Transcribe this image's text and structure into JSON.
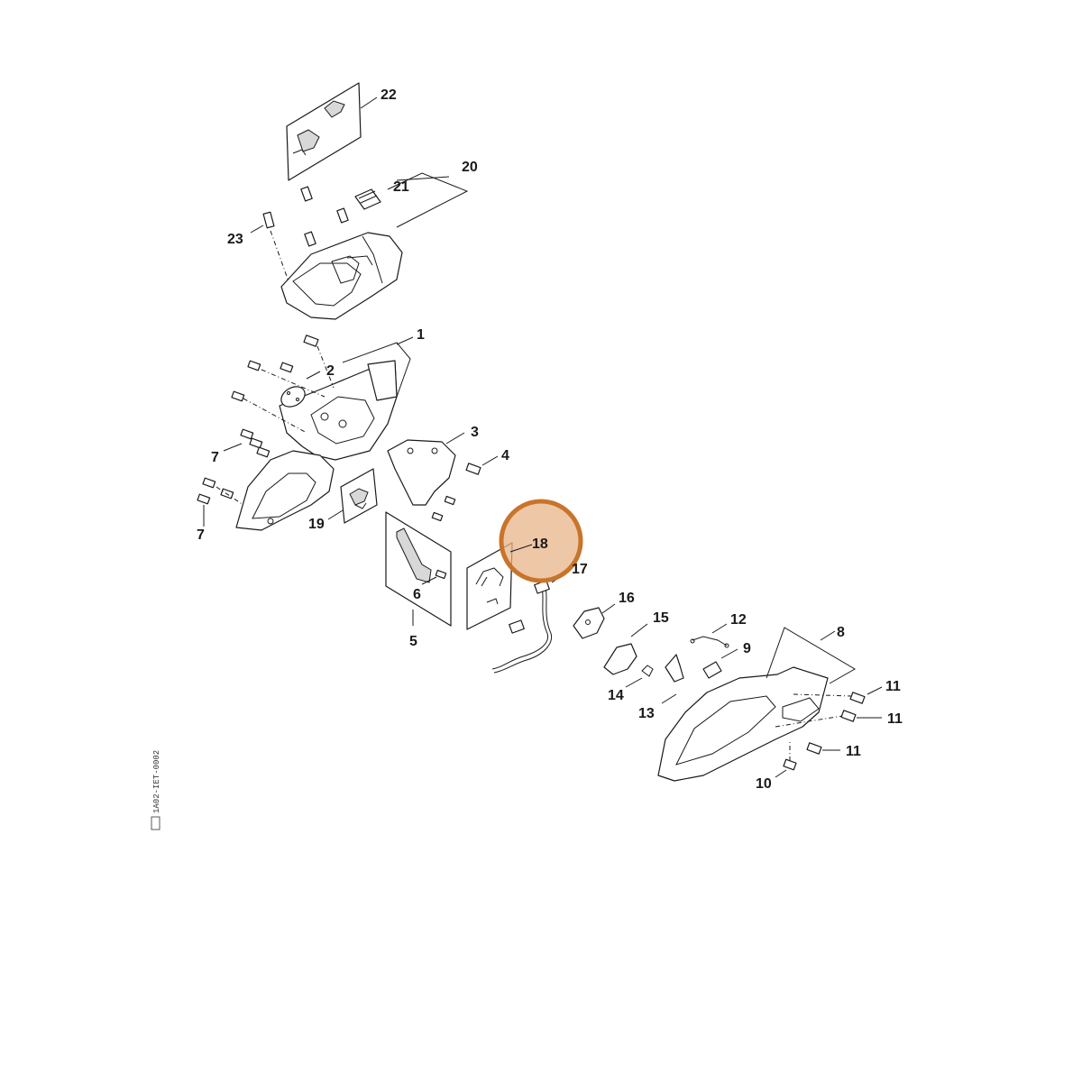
{
  "diagram": {
    "labels": {
      "p1": "1",
      "p2": "2",
      "p3": "3",
      "p4": "4",
      "p5": "5",
      "p6": "6",
      "p7a": "7",
      "p7b": "7",
      "p8": "8",
      "p9": "9",
      "p10": "10",
      "p11a": "11",
      "p11b": "11",
      "p11c": "11",
      "p12": "12",
      "p13": "13",
      "p14": "14",
      "p15": "15",
      "p16": "16",
      "p17": "17",
      "p18": "18",
      "p19": "19",
      "p20": "20",
      "p21": "21",
      "p22": "22",
      "p23": "23"
    },
    "highlighted_part": "18",
    "highlight_color": "#e8b48a",
    "drawing_code": "1A02-IET-0002"
  }
}
